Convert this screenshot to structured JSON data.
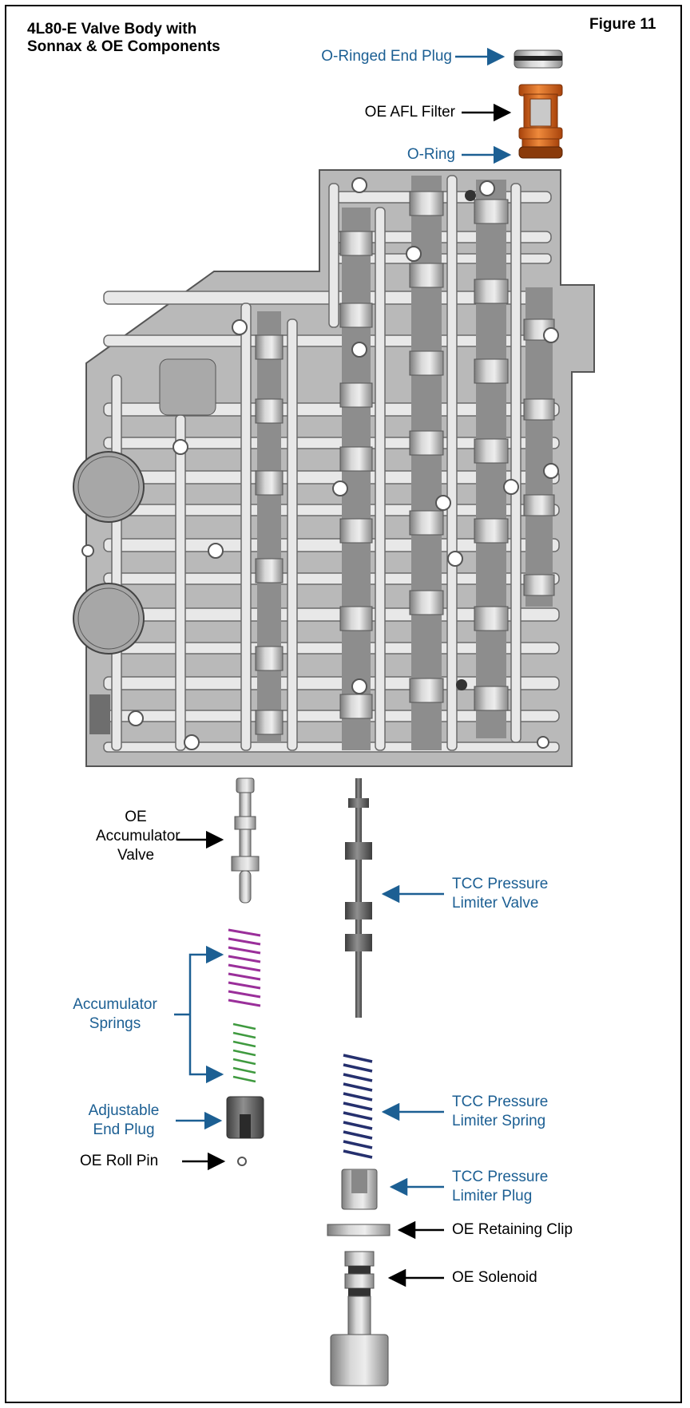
{
  "title": {
    "line1": "4L80-E Valve Body with",
    "line2": "Sonnax & OE Components",
    "figure": "Figure 11"
  },
  "labels": {
    "oringed_end_plug": "O-Ringed End Plug",
    "oe_afl_filter": "OE AFL Filter",
    "o_ring": "O-Ring",
    "oe_accumulator_valve_1": "OE",
    "oe_accumulator_valve_2": "Accumulator",
    "oe_accumulator_valve_3": "Valve",
    "accumulator_springs_1": "Accumulator",
    "accumulator_springs_2": "Springs",
    "adjustable_end_plug_1": "Adjustable",
    "adjustable_end_plug_2": "End Plug",
    "oe_roll_pin": "OE Roll Pin",
    "tcc_valve_1": "TCC Pressure",
    "tcc_valve_2": "Limiter Valve",
    "tcc_spring_1": "TCC Pressure",
    "tcc_spring_2": "Limiter Spring",
    "tcc_plug_1": "TCC Pressure",
    "tcc_plug_2": "Limiter Plug",
    "oe_retaining_clip": "OE Retaining Clip",
    "oe_solenoid": "OE Solenoid"
  },
  "colors": {
    "sonnax_blue": "#1c5f93",
    "oe_black": "#000000",
    "filter_orange": "#d9661e",
    "spring_purple": "#9a2f9a",
    "spring_green": "#3f9a3f",
    "spring_navy": "#25306e",
    "casting_gray": "#b7b7b7",
    "channel_light": "#e6e6e6"
  }
}
